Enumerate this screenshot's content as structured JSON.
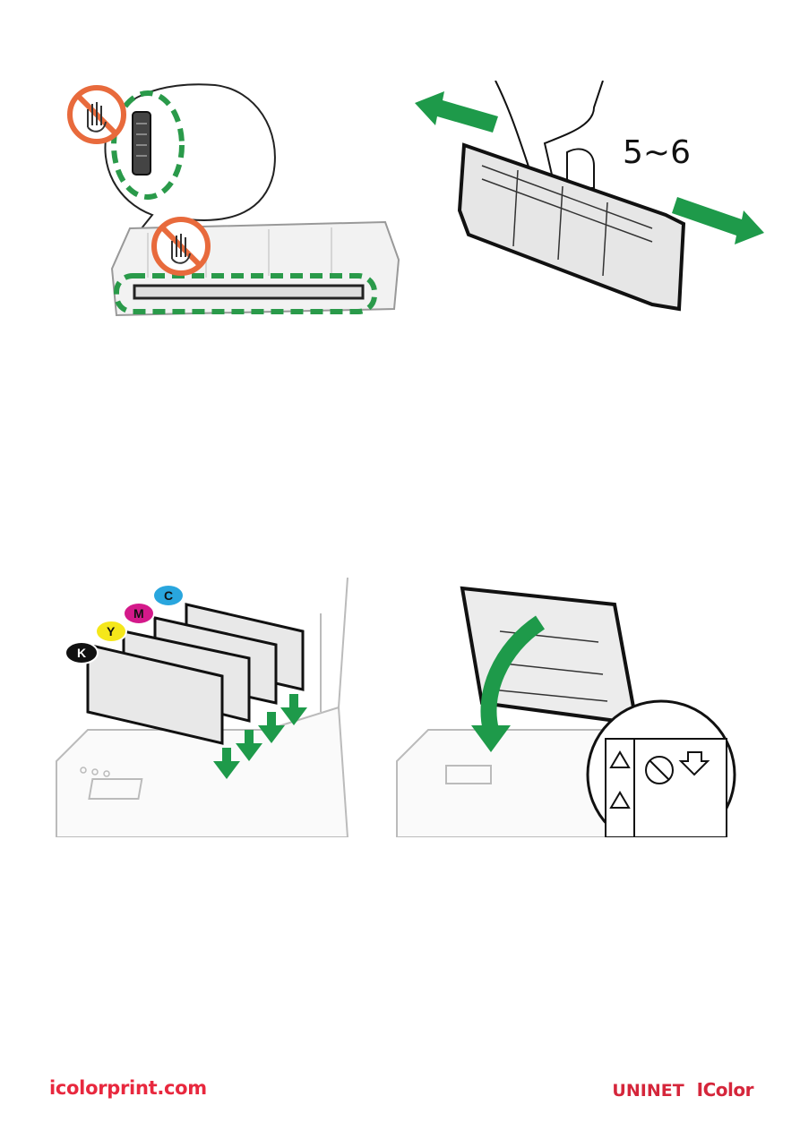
{
  "step_counter": "5~6",
  "toner_labels": {
    "cyan": "C",
    "magenta": "M",
    "yellow": "Y",
    "black": "K"
  },
  "footer": {
    "website": "icolorprint.com",
    "brand_uninet": "UNINET",
    "brand_icolor": "IColor"
  },
  "colors": {
    "arrow_green": "#1e9a4a",
    "dash_green": "#2a9a4a",
    "prohibit_orange": "#e86a3c",
    "cyan": "#29a6de",
    "magenta": "#d4198a",
    "yellow": "#f5e71a",
    "black": "#111111",
    "brand_red": "#e8283e"
  }
}
